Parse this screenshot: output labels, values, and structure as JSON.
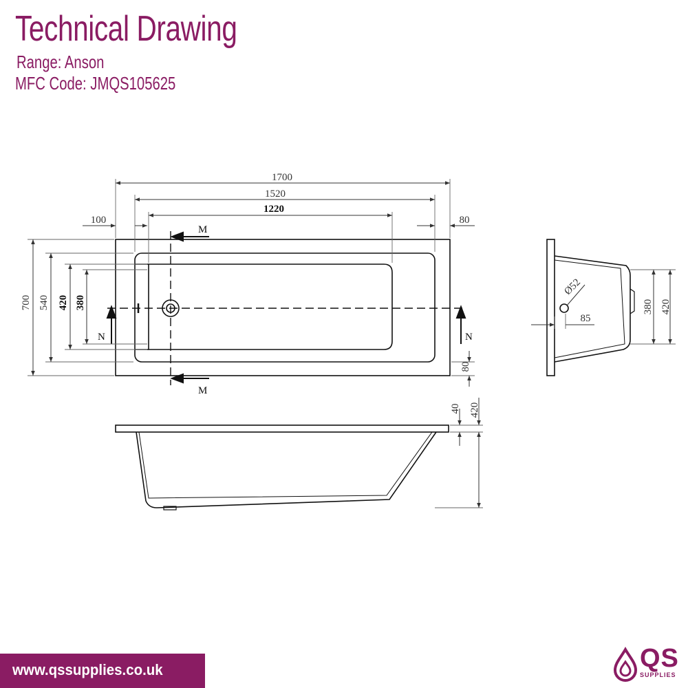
{
  "header": {
    "title": "Technical Drawing",
    "range": "Range: Anson",
    "mfc_code": "MFC Code: JMQS105625"
  },
  "dimensions": {
    "overall_length": "1700",
    "rim_length": "1520",
    "base_length": "1220",
    "left_margin": "100",
    "right_margin": "80",
    "overall_width": "700",
    "rim_width": "540",
    "inner_width": "420",
    "base_width": "380",
    "bottom_margin": "80",
    "rim_thickness": "40",
    "height": "420",
    "waste_diameter": "Ø52",
    "waste_offset": "85",
    "end_base_width": "380",
    "end_width": "420"
  },
  "section_labels": {
    "m": "M",
    "n": "N"
  },
  "footer": {
    "url": "www.qssupplies.co.uk"
  },
  "logo": {
    "text": "QS",
    "subtext": "SUPPLIES"
  },
  "colors": {
    "brand": "#8a1c63"
  }
}
